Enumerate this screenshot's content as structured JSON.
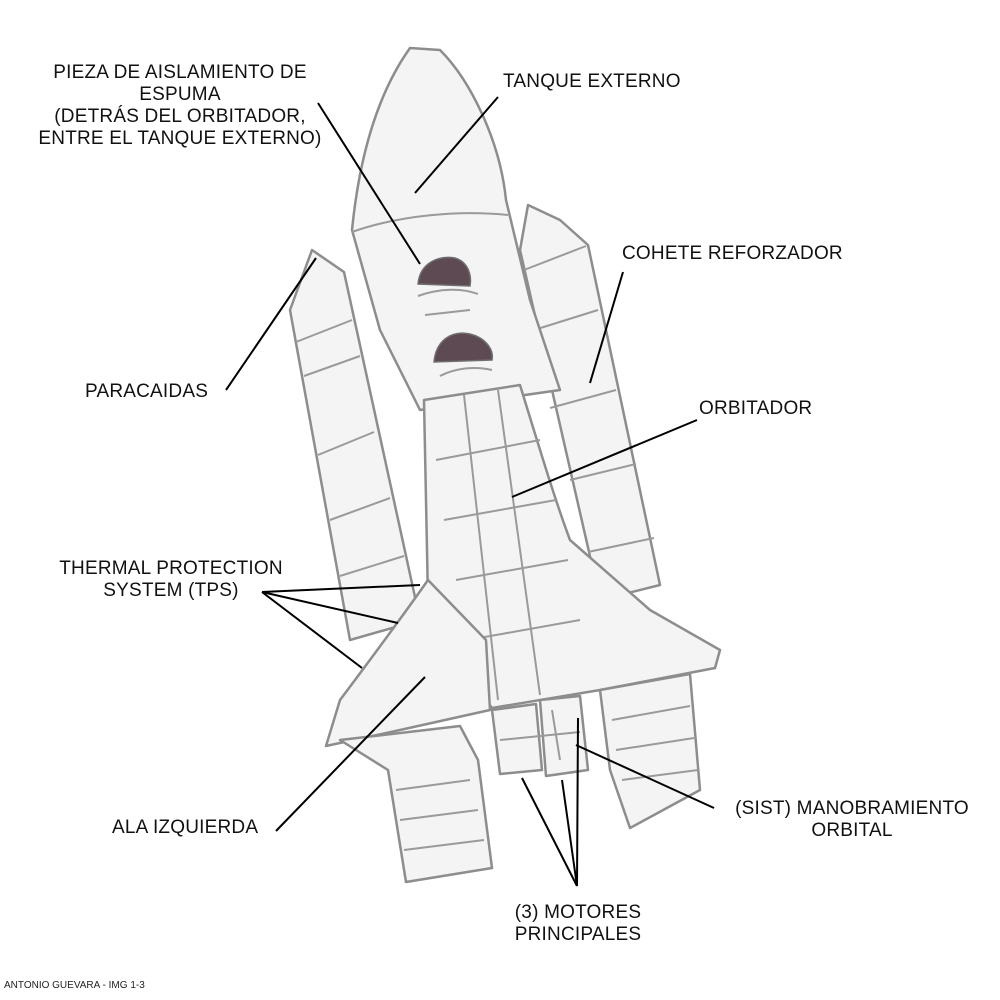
{
  "labels": {
    "foam": [
      "PIEZA DE AISLAMIENTO DE",
      "ESPUMA",
      "(DETRÁS DEL ORBITADOR,",
      "ENTRE EL TANQUE EXTERNO)"
    ],
    "external_tank": "TANQUE EXTERNO",
    "booster": "COHETE REFORZADOR",
    "parachutes": "PARACAIDAS",
    "orbiter": "ORBITADOR",
    "tps": [
      "THERMAL PROTECTION",
      "SYSTEM (TPS)"
    ],
    "left_wing": "ALA IZQUIERDA",
    "oms": [
      "(SIST) MANOBRAMIENTO",
      "ORBITAL"
    ],
    "main_engines": [
      "(3) MOTORES",
      "PRINCIPALES"
    ]
  },
  "credit": "ANTONIO GUEVARA - IMG 1-3"
}
